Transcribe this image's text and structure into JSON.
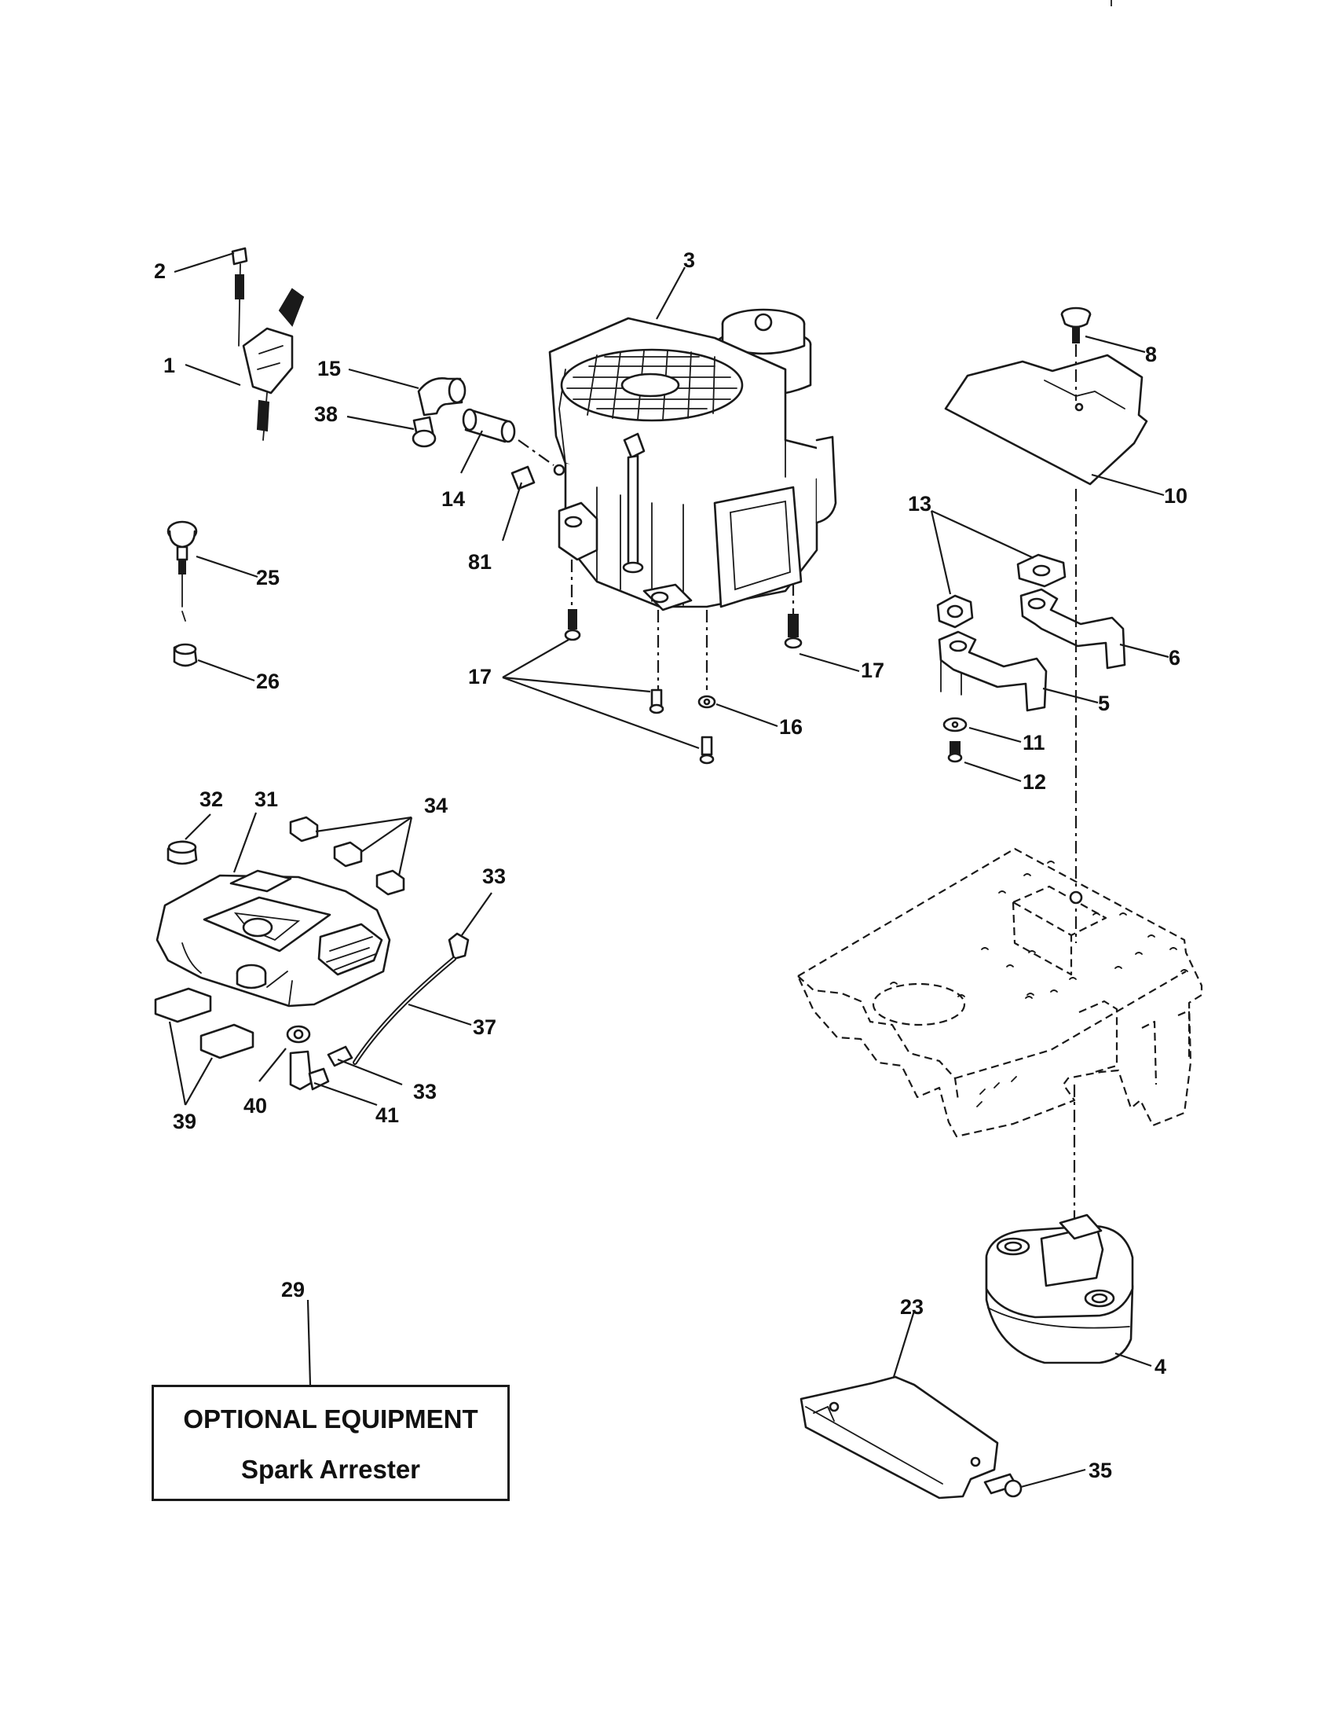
{
  "callouts": {
    "c1": "1",
    "c2": "2",
    "c3": "3",
    "c4": "4",
    "c5": "5",
    "c6": "6",
    "c8": "8",
    "c10": "10",
    "c11": "11",
    "c12": "12",
    "c13": "13",
    "c14": "14",
    "c15": "15",
    "c16": "16",
    "c17a": "17",
    "c17b": "17",
    "c23": "23",
    "c25": "25",
    "c26": "26",
    "c29": "29",
    "c31": "31",
    "c32": "32",
    "c33a": "33",
    "c33b": "33",
    "c34": "34",
    "c35": "35",
    "c37": "37",
    "c38": "38",
    "c39": "39",
    "c40": "40",
    "c41": "41",
    "c81": "81"
  },
  "note": {
    "title": "OPTIONAL EQUIPMENT",
    "subtitle": "Spark Arrester"
  }
}
